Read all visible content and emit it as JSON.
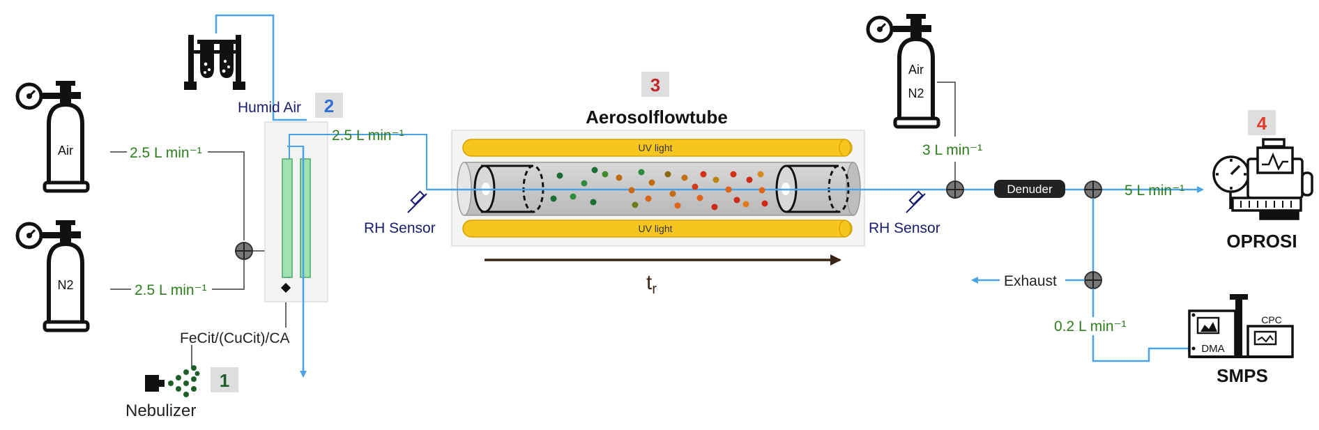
{
  "title": "Aerosolflowtube",
  "steps": {
    "nebulizer": {
      "number": "1",
      "label": "Nebulizer",
      "color": "#1e5c2a"
    },
    "humid_air": {
      "number": "2",
      "label": "Humid Air",
      "color": "#2f6fd6"
    },
    "flowtube": {
      "number": "3",
      "color": "#c0282d"
    },
    "oprosi": {
      "number": "4",
      "label": "OPROSI",
      "color": "#e03b2f"
    }
  },
  "cylinders": {
    "air": "Air",
    "n2": "N2",
    "air_n2_top": "Air",
    "air_n2_bottom": "N2"
  },
  "flows": {
    "air_in": "2.5 L min⁻¹",
    "n2_in": "2.5 L min⁻¹",
    "humid_out": "2.5 L min⁻¹",
    "dilution": "3 L min⁻¹",
    "to_oprosi": "5 L min⁻¹",
    "to_smps": "0.2 L min⁻¹"
  },
  "labels": {
    "solution": "FeCit/(CuCit)/CA",
    "rh_sensor_in": "RH Sensor",
    "rh_sensor_out": "RH Sensor",
    "uv_top": "UV light",
    "uv_bottom": "UV light",
    "residence_time": "t",
    "residence_time_sub": "r",
    "denuder": "Denuder",
    "exhaust": "Exhaust",
    "smps": "SMPS",
    "dma": "DMA",
    "cpc": "CPC"
  },
  "colors": {
    "flow_line": "#4aa3e8",
    "gray_line": "#6b6b6b",
    "uv_yellow": "#f7c520",
    "membrane_green": "#9fe3b0",
    "flow_text": "#2e7d1e",
    "sensor_text": "#1a1a6e",
    "badge_bg": "#dedede"
  }
}
